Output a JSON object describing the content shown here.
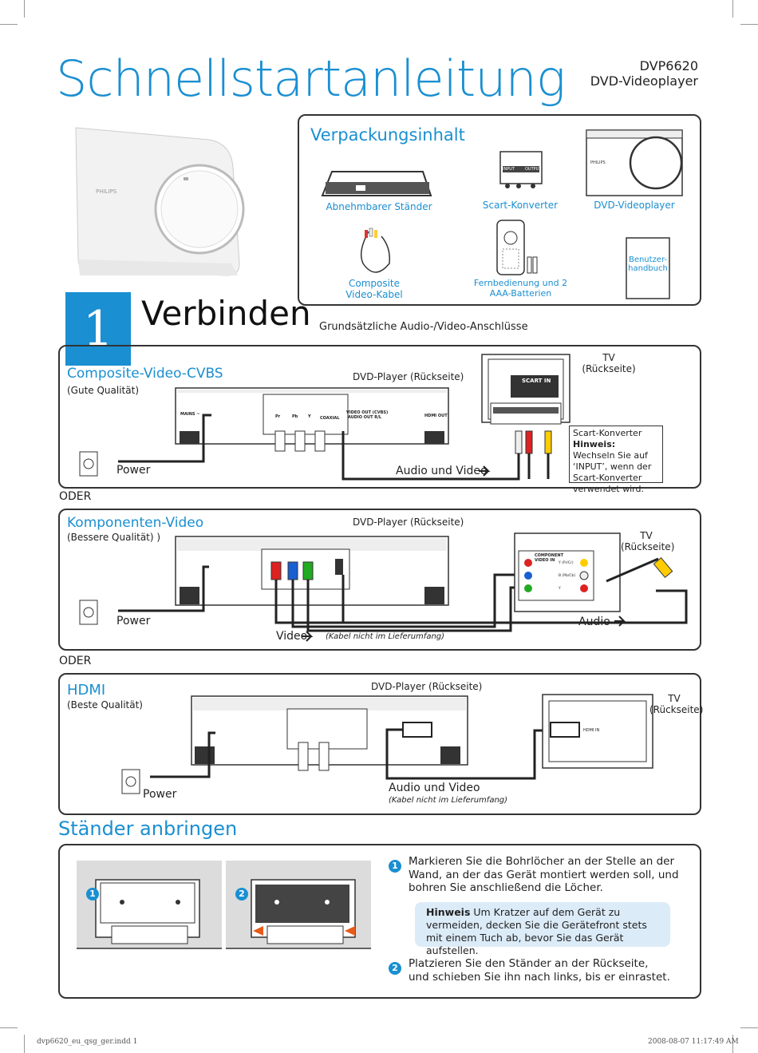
{
  "header": {
    "title": "Schnellstartanleitung",
    "model": "DVP6620",
    "product": "DVD-Videoplayer"
  },
  "package": {
    "title": "Verpackungsinhalt",
    "items": [
      {
        "label": "Abnehmbarer Ständer"
      },
      {
        "label": "Scart-Konverter"
      },
      {
        "label": "DVD-Videoplayer"
      },
      {
        "label": "Composite\nVideo-Kabel"
      },
      {
        "label": "Fernbedienung und 2\nAAA-Batterien"
      },
      {
        "label": "Benutzer-\nhandbuch"
      }
    ],
    "scart_input": "INPUT",
    "scart_output": "OUTPUT"
  },
  "section1": {
    "number": "1",
    "title": "Verbinden",
    "subtitle": "Grundsätzliche Audio-/Video-Anschlüsse"
  },
  "cvbs": {
    "title": "Composite-Video-CVBS",
    "quality": "(Gute Qualität)",
    "player_label": "DVD-Player (Rückseite)",
    "tv_label": "TV\n(Rückseite)",
    "power": "Power",
    "audio_video": "Audio und Video",
    "scart_in": "SCART IN",
    "note_title": "Scart-Konverter",
    "note_bold": "Hinweis:",
    "note_text": " Wechseln Sie auf ‘INPUT’, wenn der Scart-Konverter verwendet wird.",
    "panel": {
      "mains": "MAINS ~",
      "pr": "Pr",
      "pb": "Pb",
      "y": "Y",
      "coaxial": "COAXIAL",
      "video_out": "VIDEO OUT (CVBS)",
      "audio_out": "AUDIO OUT R/L",
      "hdmi_out": "HDMI OUT"
    }
  },
  "oder1": "ODER",
  "component": {
    "title": "Komponenten-Video",
    "quality": "(Bessere Qualität) )",
    "player_label": "DVD-Player (Rückseite)",
    "tv_label": "TV\n(Rückseite)",
    "power": "Power",
    "video": "Video",
    "cable_note": "(Kabel nicht im Lieferumfang)",
    "audio": "Audio",
    "tv_panel": {
      "component": "COMPONENT\nVIDEO IN",
      "y_pr": "Y (Pr/Cr)",
      "pb": "B (Pb/Cb)",
      "y": "Y"
    }
  },
  "oder2": "ODER",
  "hdmi": {
    "title": "HDMI",
    "quality": "(Beste Qualität)",
    "player_label": "DVD-Player (Rückseite)",
    "tv_label": "TV\n(Rückseite)",
    "power": "Power",
    "audio_video": "Audio und Video",
    "cable_note": "(Kabel nicht im Lieferumfang)",
    "hdmi_in": "HDMI IN"
  },
  "stand": {
    "title": "Ständer anbringen",
    "step1_num": "1",
    "step1": "Markieren Sie die Bohrlöcher an der Stelle an der Wand, an der das Gerät montiert werden soll, und bohren Sie anschließend die Löcher.",
    "note_bold": "Hinweis",
    "note_text": "  Um Kratzer auf dem Gerät zu vermeiden, decken Sie die Gerätefront stets mit einem Tuch ab, bevor Sie das Gerät aufstellen.",
    "step2_num": "2",
    "step2": "Platzieren Sie den Ständer an der Rückseite, und schieben Sie ihn nach links, bis er einrastet.",
    "img1_num": "1",
    "img2_num": "2"
  },
  "footer": {
    "file": "dvp6620_eu_qsg_ger.indd   1",
    "date": "2008-08-07   11:17:49 AM"
  }
}
